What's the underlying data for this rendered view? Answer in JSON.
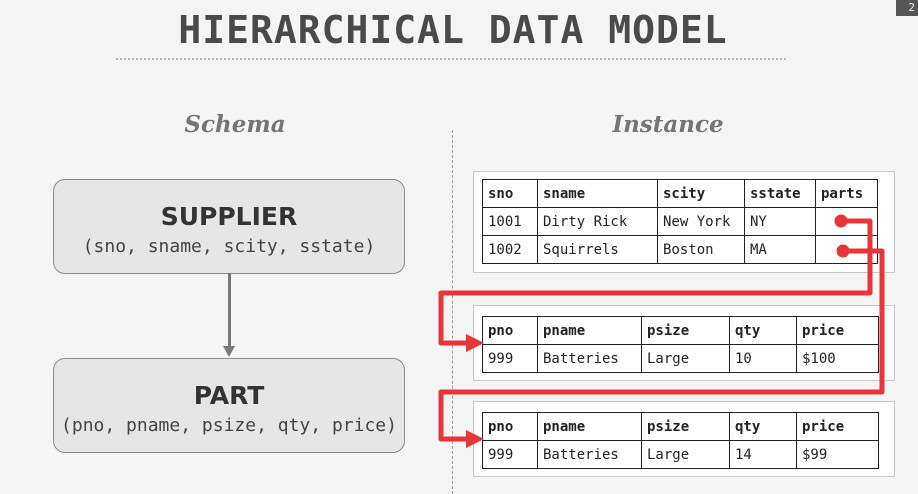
{
  "slide_number": "2",
  "title": "HIERARCHICAL DATA MODEL",
  "schema": {
    "label": "Schema",
    "entities": [
      {
        "name": "SUPPLIER",
        "attributes": "(sno, sname, scity, sstate)"
      },
      {
        "name": "PART",
        "attributes": "(pno, pname, psize, qty, price)"
      }
    ]
  },
  "instance": {
    "label": "Instance",
    "supplier_table": {
      "headers": [
        "sno",
        "sname",
        "scity",
        "sstate",
        "parts"
      ],
      "rows": [
        [
          "1001",
          "Dirty Rick",
          "New York",
          "NY",
          ""
        ],
        [
          "1002",
          "Squirrels",
          "Boston",
          "MA",
          ""
        ]
      ]
    },
    "part_tables": [
      {
        "headers": [
          "pno",
          "pname",
          "psize",
          "qty",
          "price"
        ],
        "rows": [
          [
            "999",
            "Batteries",
            "Large",
            "10",
            "$100"
          ]
        ]
      },
      {
        "headers": [
          "pno",
          "pname",
          "psize",
          "qty",
          "price"
        ],
        "rows": [
          [
            "999",
            "Batteries",
            "Large",
            "14",
            "$99"
          ]
        ]
      }
    ]
  },
  "colors": {
    "pointer": "#e8353a",
    "text": "#4a4a4a",
    "box_fill": "#e6e6e6"
  }
}
